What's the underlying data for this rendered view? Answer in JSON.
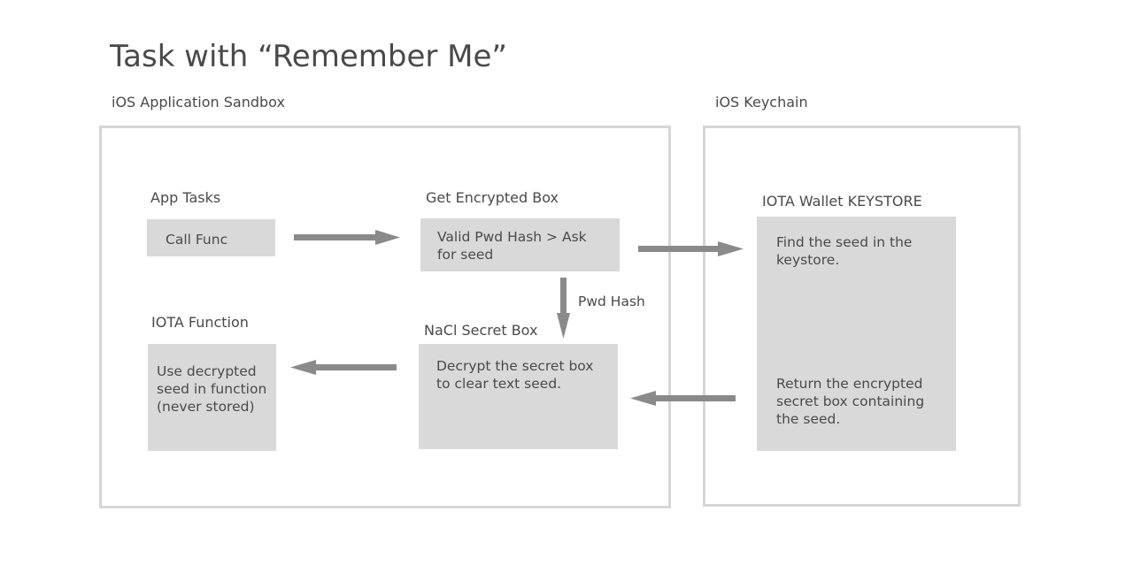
{
  "title": "Task with “Remember Me”",
  "zones": {
    "sandbox": {
      "label": "iOS Application Sandbox"
    },
    "keychain": {
      "label": "iOS Keychain"
    }
  },
  "nodes": {
    "app_tasks": {
      "label": "App Tasks",
      "text": "Call Func"
    },
    "get_encrypted_box": {
      "label": "Get Encrypted Box",
      "line1": "Valid Pwd Hash > Ask",
      "line2": "for seed"
    },
    "nacl_secret_box": {
      "label": "NaCl Secret Box",
      "line1": "Decrypt the secret box",
      "line2": "to clear text seed."
    },
    "iota_function": {
      "label": "IOTA Function",
      "line1": "Use decrypted",
      "line2": "seed in function",
      "line3": "(never stored)"
    },
    "keystore": {
      "label": "IOTA Wallet KEYSTORE",
      "find_line1": "Find the seed in the",
      "find_line2": "keystore.",
      "return_line1": "Return the encrypted",
      "return_line2": "secret box containing",
      "return_line3": "the seed."
    }
  },
  "edges": [
    {
      "from": "App Tasks",
      "to": "Get Encrypted Box",
      "label": ""
    },
    {
      "from": "Get Encrypted Box",
      "to": "IOTA Wallet KEYSTORE",
      "label": ""
    },
    {
      "from": "Get Encrypted Box",
      "to": "NaCl Secret Box",
      "label": "Pwd Hash"
    },
    {
      "from": "IOTA Wallet KEYSTORE",
      "to": "NaCl Secret Box",
      "label": ""
    },
    {
      "from": "NaCl Secret Box",
      "to": "IOTA Function",
      "label": ""
    }
  ],
  "colors": {
    "box_fill": "#d9d9d9",
    "panel_border": "#d6d6d6",
    "arrow": "#8a8a8a",
    "text": "#4a4a4a"
  }
}
